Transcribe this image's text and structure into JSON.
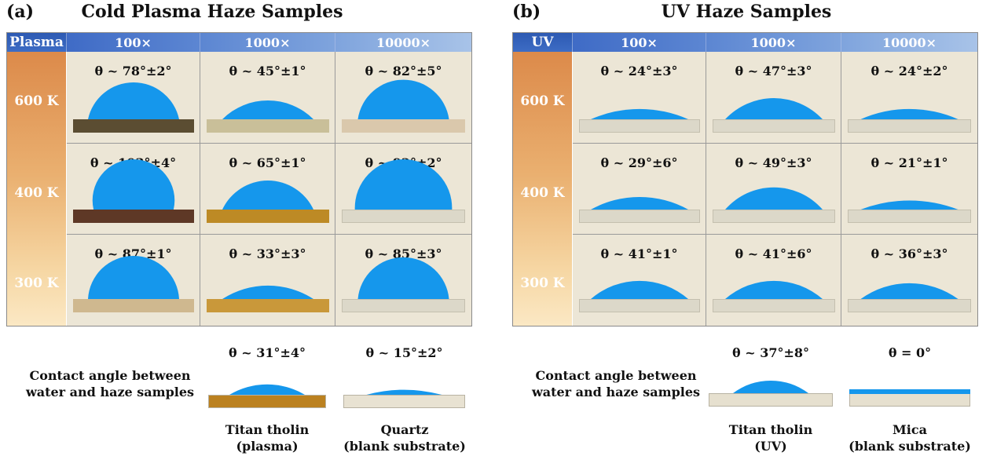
{
  "panel_a": {
    "letter": "(a)",
    "title": "Cold Plasma Haze Samples",
    "corner": "Plasma",
    "magnifications": [
      "100×",
      "1000×",
      "10000×"
    ],
    "temperatures": [
      "600 K",
      "400 K",
      "300 K"
    ],
    "angles": [
      [
        "θ ~ 78°±2°",
        "θ ~ 45°±1°",
        "θ ~ 82°±5°"
      ],
      [
        "θ ~ 103°±4°",
        "θ ~ 65°±1°",
        "θ ~ 92°±2°"
      ],
      [
        "θ ~ 87°±1°",
        "θ ~ 33°±3°",
        "θ ~ 85°±3°"
      ]
    ],
    "substrate_colors": [
      [
        "#5b4d32",
        "#c9bf99",
        "#dac8ac"
      ],
      [
        "#5e3826",
        "#bd8a25",
        "#dcd8c9"
      ],
      [
        "#cfb88f",
        "#c9983a",
        "#dcd8c9"
      ]
    ],
    "caption": [
      "Contact angle between",
      "water and haze samples"
    ],
    "refs": [
      {
        "angle": "θ ~ 31°±4°",
        "label": [
          "Titan tholin",
          "(plasma)"
        ],
        "color": "#bb8120"
      },
      {
        "angle": "θ ~ 15°±2°",
        "label": [
          "Quartz",
          "(blank substrate)"
        ],
        "color": "#e8e2d2"
      }
    ]
  },
  "panel_b": {
    "letter": "(b)",
    "title": "UV Haze Samples",
    "corner": "UV",
    "magnifications": [
      "100×",
      "1000×",
      "10000×"
    ],
    "temperatures": [
      "600 K",
      "400 K",
      "300 K"
    ],
    "angles": [
      [
        "θ ~ 24°±3°",
        "θ ~ 47°±3°",
        "θ ~ 24°±2°"
      ],
      [
        "θ ~ 29°±6°",
        "θ ~ 49°±3°",
        "θ ~ 21°±1°"
      ],
      [
        "θ ~ 41°±1°",
        "θ ~ 41°±6°",
        "θ ~ 36°±3°"
      ]
    ],
    "substrate_colors": [
      [
        "#dcd8c9",
        "#dcd8c9",
        "#dcd8c9"
      ],
      [
        "#dcd8c9",
        "#dcd8c9",
        "#dcd8c9"
      ],
      [
        "#dcd8c9",
        "#dcd8c9",
        "#dcd8c9"
      ]
    ],
    "caption": [
      "Contact angle between",
      "water and haze samples"
    ],
    "refs": [
      {
        "angle": "θ ~ 37°±8°",
        "label": [
          "Titan tholin",
          "(UV)"
        ],
        "color": "#e6e0cf"
      },
      {
        "angle": "θ = 0°",
        "label": [
          "Mica",
          "(blank substrate)"
        ],
        "color": "#e6e0cf"
      }
    ]
  },
  "colors": {
    "droplet": "#1597ec",
    "cell_bg": "#ece6d6"
  }
}
